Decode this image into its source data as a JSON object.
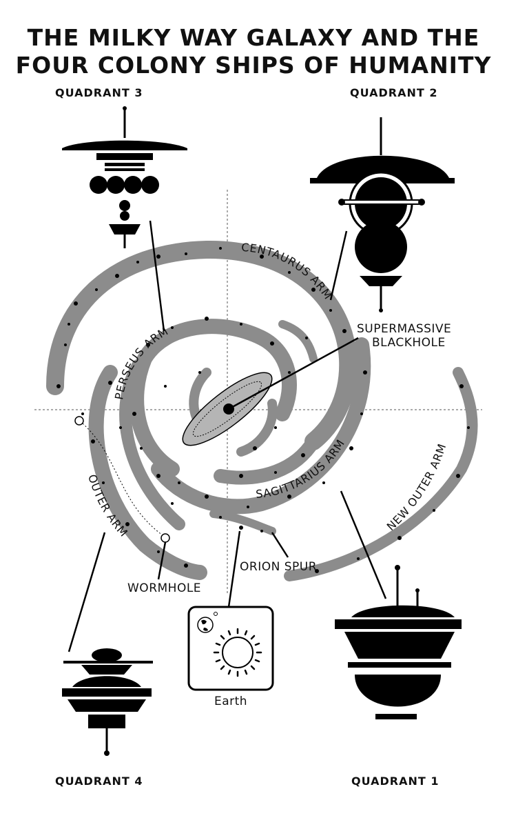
{
  "title": {
    "line1": "THE MILKY WAY GALAXY AND THE",
    "line2": "FOUR COLONY SHIPS OF HUMANITY"
  },
  "quadrants": {
    "q1": "QUADRANT 1",
    "q2": "QUADRANT 2",
    "q3": "QUADRANT 3",
    "q4": "QUADRANT 4"
  },
  "arms": {
    "centaurus": "CENTAURUS ARM",
    "perseus": "PERSEUS ARM",
    "sagittarius": "SAGITTARIUS ARM",
    "outer": "OUTER ARM",
    "new_outer": "NEW OUTER ARM"
  },
  "labels": {
    "blackhole_line1": "SUPERMASSIVE",
    "blackhole_line2": "BLACKHOLE",
    "orion_spur": "ORION SPUR",
    "wormhole": "WORMHOLE",
    "earth": "Earth"
  },
  "colors": {
    "arm": "#8c8c8c",
    "ink": "#000000",
    "background": "#ffffff"
  }
}
